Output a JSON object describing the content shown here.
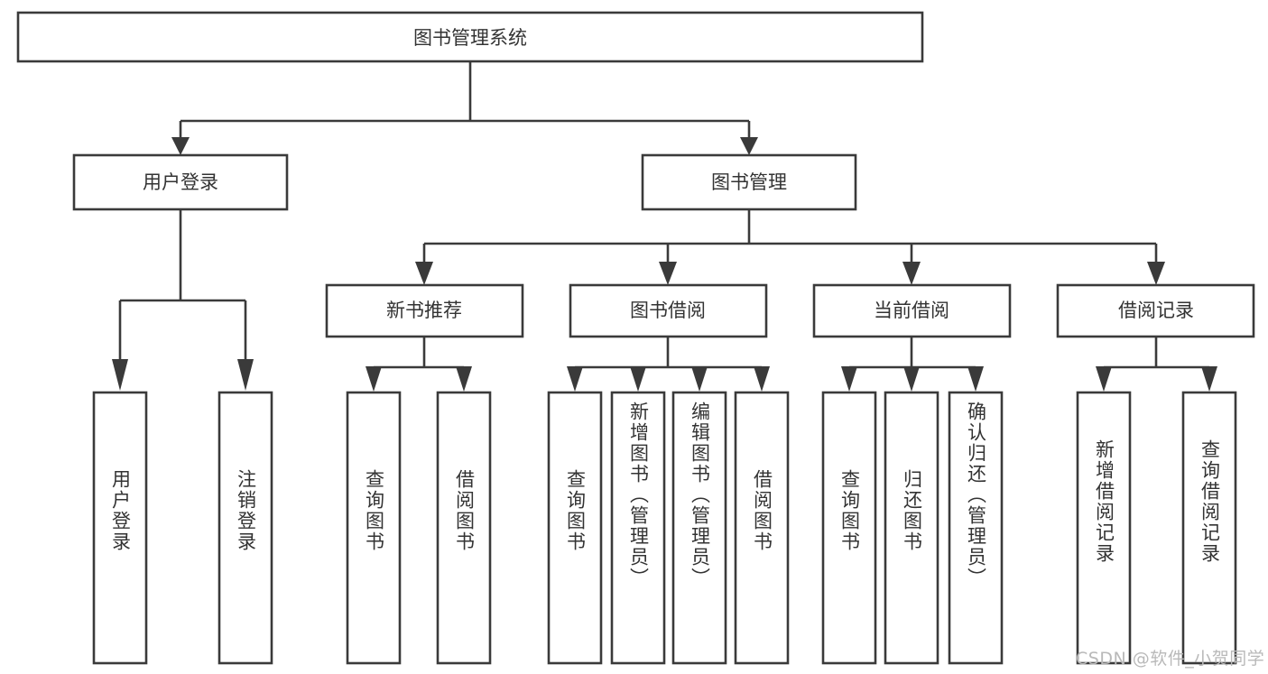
{
  "diagram": {
    "type": "tree-hierarchy-flowchart",
    "title": "图书管理系统",
    "root": {
      "id": "root",
      "label": "图书管理系统",
      "orientation": "horizontal"
    },
    "level2": [
      {
        "id": "user-login",
        "label": "用户登录",
        "orientation": "horizontal"
      },
      {
        "id": "book-manage",
        "label": "图书管理",
        "orientation": "horizontal"
      }
    ],
    "level3": [
      {
        "id": "new-book-recommend",
        "label": "新书推荐",
        "orientation": "horizontal",
        "parent": "book-manage"
      },
      {
        "id": "book-borrow",
        "label": "图书借阅",
        "orientation": "horizontal",
        "parent": "book-manage"
      },
      {
        "id": "current-borrow",
        "label": "当前借阅",
        "orientation": "horizontal",
        "parent": "book-manage"
      },
      {
        "id": "borrow-record",
        "label": "借阅记录",
        "orientation": "horizontal",
        "parent": "book-manage"
      }
    ],
    "leaves": [
      {
        "id": "leaf-user-login",
        "label": "用户登录",
        "orientation": "vertical",
        "parent": "user-login"
      },
      {
        "id": "leaf-user-logout",
        "label": "注销登录",
        "orientation": "vertical",
        "parent": "user-login"
      },
      {
        "id": "leaf-query-book-1",
        "label": "查询图书",
        "orientation": "vertical",
        "parent": "new-book-recommend"
      },
      {
        "id": "leaf-borrow-book-1",
        "label": "借阅图书",
        "orientation": "vertical",
        "parent": "new-book-recommend"
      },
      {
        "id": "leaf-query-book-2",
        "label": "查询图书",
        "orientation": "vertical",
        "parent": "book-borrow"
      },
      {
        "id": "leaf-add-book",
        "label": "新增图书（管理员）",
        "orientation": "vertical",
        "parent": "book-borrow"
      },
      {
        "id": "leaf-edit-book",
        "label": "编辑图书（管理员）",
        "orientation": "vertical",
        "parent": "book-borrow"
      },
      {
        "id": "leaf-borrow-book-2",
        "label": "借阅图书",
        "orientation": "vertical",
        "parent": "book-borrow"
      },
      {
        "id": "leaf-query-book-3",
        "label": "查询图书",
        "orientation": "vertical",
        "parent": "current-borrow"
      },
      {
        "id": "leaf-return-book",
        "label": "归还图书",
        "orientation": "vertical",
        "parent": "current-borrow"
      },
      {
        "id": "leaf-confirm-return",
        "label": "确认归还（管理员）",
        "orientation": "vertical",
        "parent": "current-borrow"
      },
      {
        "id": "leaf-add-record",
        "label": "新增借阅记录",
        "orientation": "vertical",
        "parent": "borrow-record"
      },
      {
        "id": "leaf-query-record",
        "label": "查询借阅记录",
        "orientation": "vertical",
        "parent": "borrow-record"
      }
    ],
    "colors": {
      "stroke": "#3a3a3a",
      "box_fill": "#ffffff",
      "text": "#333333",
      "background": "#ffffff",
      "watermark": "#b9b9b9"
    }
  },
  "watermark": {
    "text": "CSDN @软件_小贺同学"
  }
}
